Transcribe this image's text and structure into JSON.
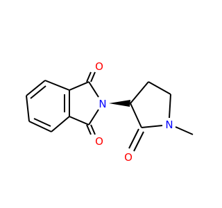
{
  "structure": {
    "atoms": {
      "o_top": {
        "label": "O",
        "color": "#ff0000"
      },
      "o_bottom": {
        "label": "O",
        "color": "#ff0000"
      },
      "o_lactam": {
        "label": "O",
        "color": "#ff0000"
      },
      "n_imide": {
        "label": "N",
        "color": "#0000ff"
      },
      "n_lactam": {
        "label": "N",
        "color": "#0000ff"
      }
    },
    "bond_color": "#000000"
  }
}
